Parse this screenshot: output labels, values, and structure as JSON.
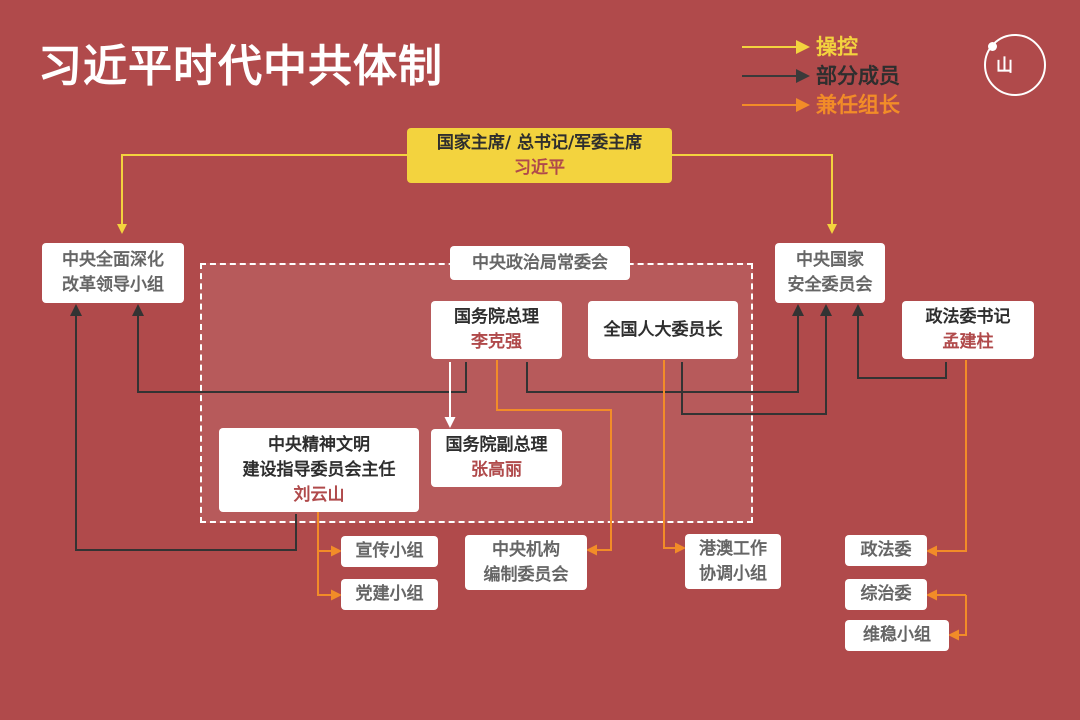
{
  "title": "习近平时代中共体制",
  "legend": [
    {
      "label": "操控",
      "color": "#f3d33e"
    },
    {
      "label": "部分成员",
      "color": "#3a3a3a"
    },
    {
      "label": "兼任组长",
      "color": "#f28c28"
    }
  ],
  "logo": {
    "mark": "山"
  },
  "nodes": {
    "top": {
      "line1": "国家主席/ 总书记/军委主席",
      "name": "习近平"
    },
    "reform": {
      "line1": "中央全面深化",
      "line2": "改革领导小组"
    },
    "standing": {
      "label": "中央政治局常委会"
    },
    "security": {
      "line1": "中央国家",
      "line2": "安全委员会"
    },
    "premier": {
      "line1": "国务院总理",
      "name": "李克强"
    },
    "npc": {
      "line1": "全国人大委员长"
    },
    "legal": {
      "line1": "政法委书记",
      "name": "孟建柱"
    },
    "civil": {
      "line1": "中央精神文明",
      "line2": "建设指导委员会主任",
      "name": "刘云山"
    },
    "vicepremier": {
      "line1": "国务院副总理",
      "name": "张高丽"
    },
    "propaganda": {
      "line1": "宣传小组"
    },
    "partybuild": {
      "line1": "党建小组"
    },
    "staffing": {
      "line1": "中央机构",
      "line2": "编制委员会"
    },
    "hkmacau": {
      "line1": "港澳工作",
      "line2": "协调小组"
    },
    "zhengfawei": {
      "line1": "政法委"
    },
    "zongzhiwei": {
      "line1": "综治委"
    },
    "weiwen": {
      "line1": "维稳小组"
    }
  }
}
